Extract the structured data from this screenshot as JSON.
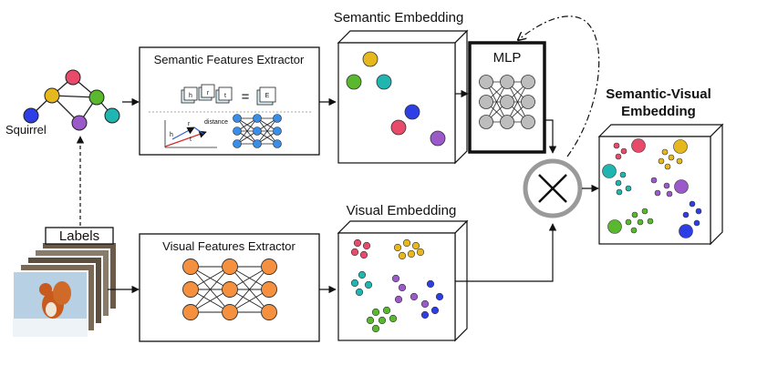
{
  "labels": {
    "squirrel": "Squirrel",
    "labels_box": "Labels",
    "semantic_extractor": "Semantic Features Extractor",
    "visual_extractor": "Visual Features Extractor",
    "semantic_embedding": "Semantic Embedding",
    "visual_embedding": "Visual Embedding",
    "mlp": "MLP",
    "sv_embedding_line1": "Semantic-Visual",
    "sv_embedding_line2": "Embedding",
    "eq_h": "h",
    "eq_r": "r",
    "eq_t": "t",
    "eq_equals": "=",
    "eq_E": "E",
    "plot_h": "h",
    "plot_r": "r",
    "plot_t": "t",
    "plot_distance": "distance"
  },
  "colors": {
    "yellow": "#e6b81e",
    "green": "#5ab82e",
    "teal": "#1fb5b0",
    "blue": "#2e3ee6",
    "red": "#e84a6a",
    "purple": "#9b59c9",
    "orange_node": "#f5913e",
    "gray_node": "#bdbdbd"
  }
}
